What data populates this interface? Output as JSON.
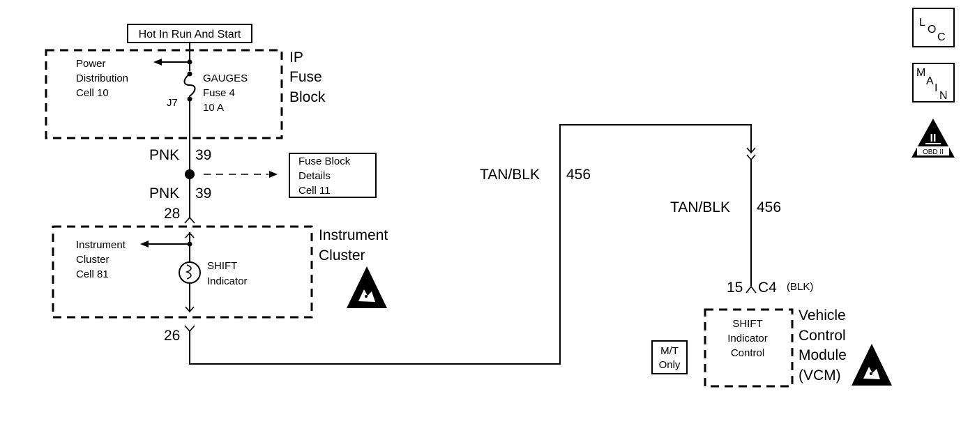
{
  "power": {
    "hot_label": "Hot In Run And Start"
  },
  "ip_fuse_block": {
    "title": [
      "IP",
      "Fuse",
      "Block"
    ],
    "power_ref": [
      "Power",
      "Distribution",
      "Cell 10"
    ],
    "fuse_label": [
      "GAUGES",
      "Fuse 4",
      "10 A"
    ],
    "connector": "J7"
  },
  "wires": {
    "pnk_color": "PNK",
    "pnk_circuit": "39",
    "tan_color": "TAN/BLK",
    "tan_circuit": "456"
  },
  "fuse_block_details": [
    "Fuse Block",
    "Details",
    "Cell 11"
  ],
  "instrument_cluster": {
    "title": [
      "Instrument",
      "Cluster"
    ],
    "ref": [
      "Instrument",
      "Cluster",
      "Cell 81"
    ],
    "indicator": [
      "SHIFT",
      "Indicator"
    ],
    "pin_in": "28",
    "pin_out": "26"
  },
  "vcm": {
    "title": [
      "Vehicle",
      "Control",
      "Module",
      "(VCM)"
    ],
    "inner": [
      "SHIFT",
      "Indicator",
      "Control"
    ],
    "pin": "15",
    "connector": "C4",
    "connector_color": "(BLK)"
  },
  "mt_only": [
    "M/T",
    "Only"
  ],
  "icons": {
    "loc": [
      "L",
      "O",
      "C"
    ],
    "main": [
      "M",
      "A",
      "I",
      "N"
    ],
    "obd": [
      "II",
      "OBD II"
    ]
  }
}
